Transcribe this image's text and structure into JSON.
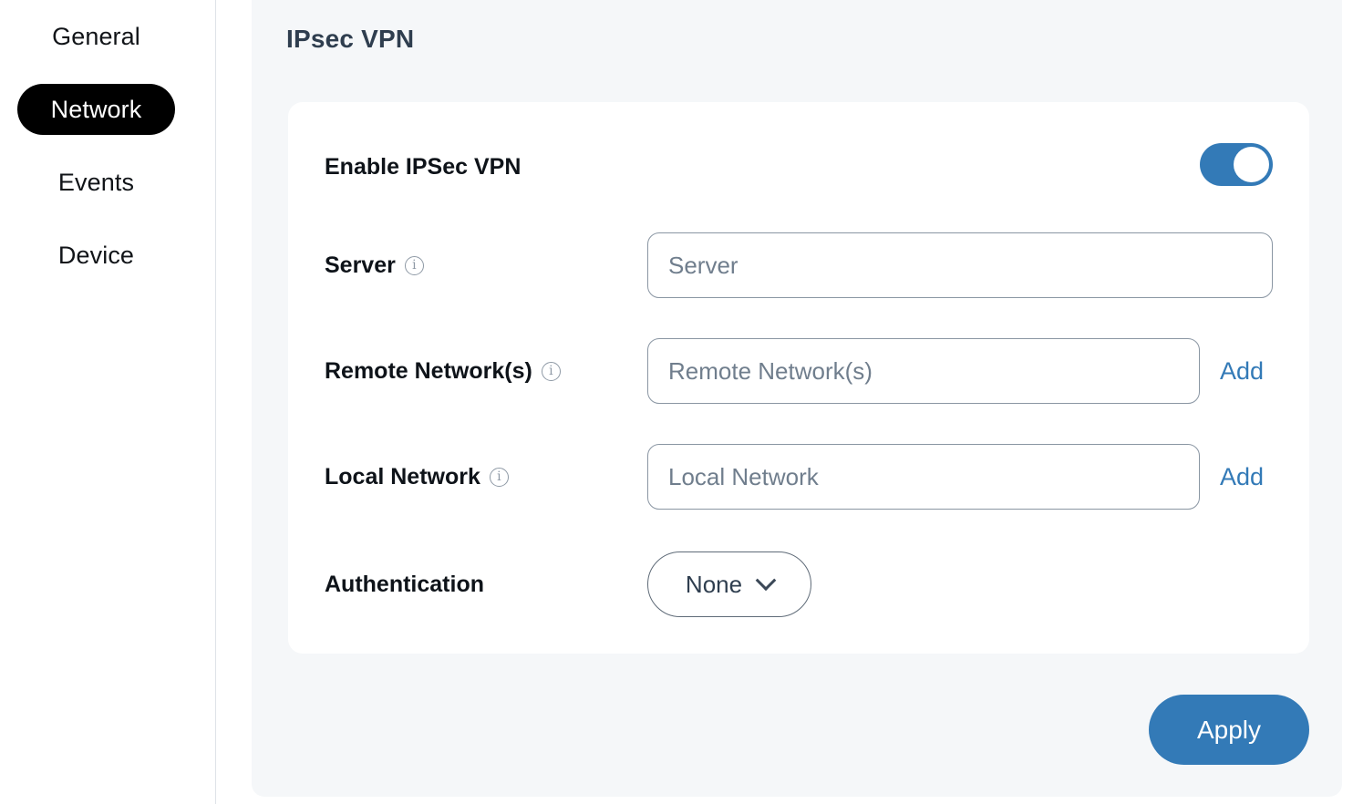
{
  "sidebar": {
    "items": [
      {
        "label": "General",
        "active": false
      },
      {
        "label": "Network",
        "active": true
      },
      {
        "label": "Events",
        "active": false
      },
      {
        "label": "Device",
        "active": false
      }
    ]
  },
  "header": {
    "title": "IPsec VPN"
  },
  "form": {
    "enable": {
      "label": "Enable IPSec VPN",
      "toggle_state": "on"
    },
    "server": {
      "label": "Server",
      "info_icon": "info-icon",
      "value": "",
      "placeholder": "Server"
    },
    "remote_network": {
      "label": "Remote Network(s)",
      "info_icon": "info-icon",
      "value": "",
      "placeholder": "Remote Network(s)",
      "add_label": "Add"
    },
    "local_network": {
      "label": "Local Network",
      "info_icon": "info-icon",
      "value": "",
      "placeholder": "Local Network",
      "add_label": "Add"
    },
    "authentication": {
      "label": "Authentication",
      "selected": "None",
      "chevron_icon": "chevron-down-icon"
    }
  },
  "footer": {
    "apply_label": "Apply"
  },
  "colors": {
    "accent": "#337ab7",
    "active_nav_bg": "#000000",
    "page_bg": "#f5f7f9",
    "card_bg": "#ffffff",
    "title_text": "#2f3e4f",
    "label_text": "#0e1319",
    "placeholder_text": "#707e8d",
    "input_border": "#8a96a3"
  }
}
